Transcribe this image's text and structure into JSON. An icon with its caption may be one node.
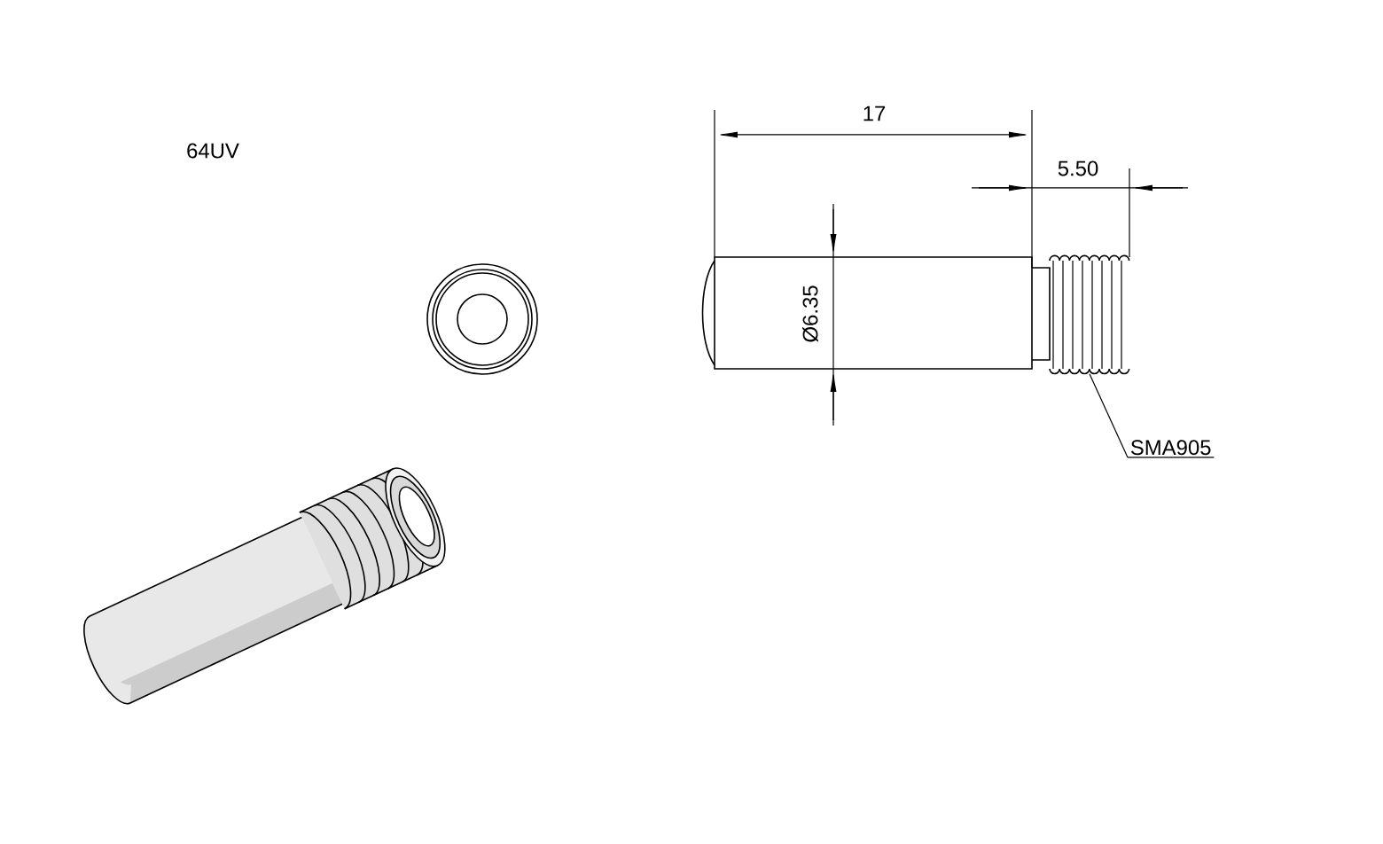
{
  "diagram": {
    "nodes": [
      {
        "text": [
          "SMA905"
        ]
      },
      {
        "text": [],
        "shape": "picture"
      }
    ],
    "edges": [
      {
        "from": 0,
        "to": 1,
        "arrow": "none"
      }
    ],
    "labels": [
      "64UV",
      "17",
      "5.50",
      "Ø6.35"
    ]
  }
}
